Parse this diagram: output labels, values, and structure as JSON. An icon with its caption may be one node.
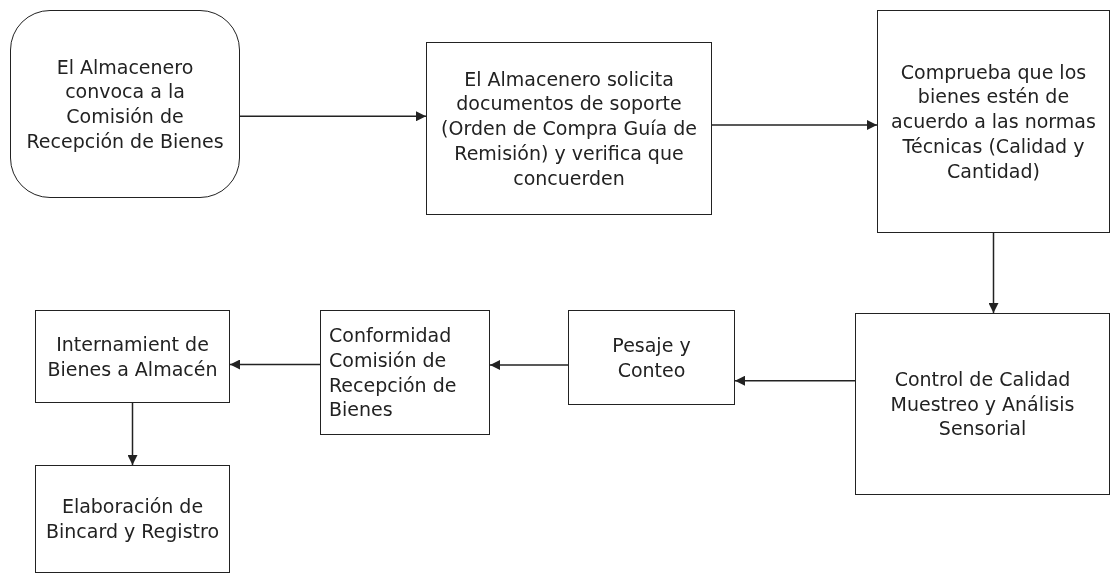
{
  "diagram": {
    "nodes": [
      {
        "text": [
          "El Almacenero convoca a la Comisión de Recepción de Bienes"
        ]
      },
      {
        "text": [
          "El Almacenero solicita documentos de soporte (Orden de Compra Guía de Remisión) y verifica que concuerden"
        ]
      },
      {
        "text": [
          "Comprueba que los bienes estén de acuerdo a las normas Técnicas (Calidad y Cantidad)"
        ]
      },
      {
        "text": [
          "Control de Calidad Muestreo y Análisis Sensorial"
        ]
      },
      {
        "text": [
          "Pesaje y Conteo"
        ]
      },
      {
        "text": [
          "Conformidad Comisión de Recepción de Bienes"
        ]
      },
      {
        "text": [
          "Internamient de Bienes a Almacén"
        ]
      },
      {
        "text": [
          "Elaboración de Bincard y Registro"
        ]
      }
    ],
    "edges": [
      {
        "from": 0,
        "to": 1,
        "arrow": "to"
      },
      {
        "from": 1,
        "to": 2,
        "arrow": "to"
      },
      {
        "from": 2,
        "to": 3,
        "arrow": "to"
      },
      {
        "from": 3,
        "to": 4,
        "arrow": "to"
      },
      {
        "from": 4,
        "to": 5,
        "arrow": "to"
      },
      {
        "from": 5,
        "to": 6,
        "arrow": "to"
      },
      {
        "from": 6,
        "to": 7,
        "arrow": "to"
      }
    ]
  }
}
